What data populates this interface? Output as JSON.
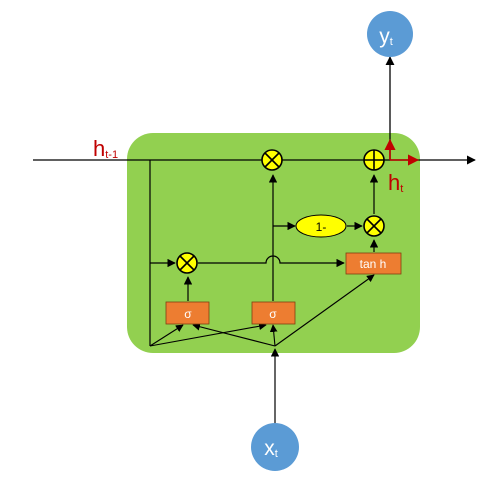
{
  "colors": {
    "cell_fill": "#92d050",
    "node_fill": "#5b9bd5",
    "gate_fill": "#ed7d31",
    "multiplier_fill": "#ffff00",
    "one_minus_fill": "#ffff00",
    "label_red": "#c00000",
    "line": "#000000",
    "highlight_arrow": "#c00000"
  },
  "labels": {
    "y_main": "y",
    "y_sub": "t",
    "x_main": "x",
    "x_sub": "t",
    "h_prev_main": "h",
    "h_prev_sub": "t-1",
    "h_t_main": "h",
    "h_t_sub": "t",
    "gate1": "σ",
    "gate2": "σ",
    "tanh": "tan h",
    "one_minus": "1-"
  }
}
